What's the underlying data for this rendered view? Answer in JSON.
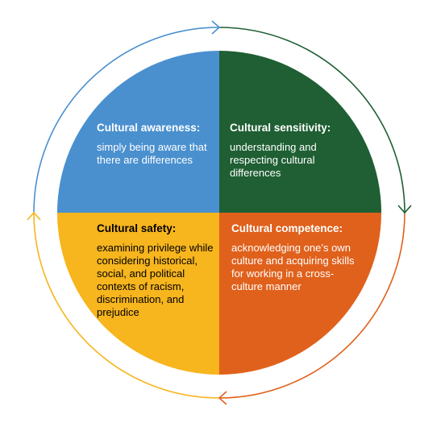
{
  "colors": {
    "awareness": "#4a90cf",
    "sensitivity": "#1f5f33",
    "safety": "#f7b51e",
    "competence": "#e0611c"
  },
  "quadrants": [
    {
      "title": "Cultural awareness:",
      "body": "simply being aware that there are differences"
    },
    {
      "title": "Cultural sensitivity:",
      "body": "understanding and respecting cultural differences"
    },
    {
      "title": "Cultural safety:",
      "body": "examining privilege while considering historical, social, and political contexts of racism, discrimination, and prejudice"
    },
    {
      "title": "Cultural competence:",
      "body": "acknowledging one’s own culture and acquiring skills for working in a cross-culture manner"
    }
  ]
}
